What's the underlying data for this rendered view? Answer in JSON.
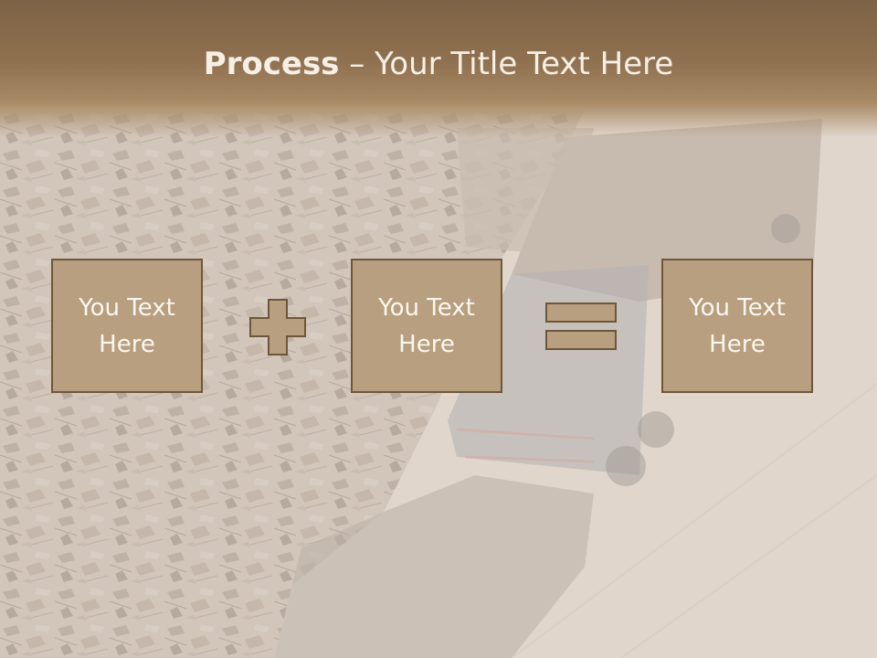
{
  "slide": {
    "title_bold": "Process",
    "title_rest": " – Your Title Text Here"
  },
  "steps": [
    {
      "line1": "You Text",
      "line2": "Here"
    },
    {
      "line1": "You Text",
      "line2": "Here"
    },
    {
      "line1": "You Text",
      "line2": "Here"
    }
  ],
  "operators": [
    {
      "icon": "plus-icon"
    },
    {
      "icon": "equals-icon"
    }
  ],
  "colors": {
    "title_band": "#8f7150",
    "box_fill": "#b79f7f",
    "box_border": "#6e563a",
    "text": "#fbf6ef"
  }
}
